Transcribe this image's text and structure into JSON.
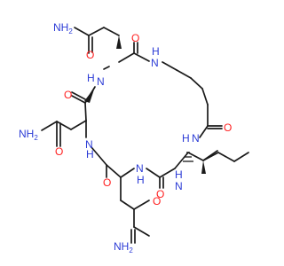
{
  "molecule": {
    "atom_labels": [
      {
        "id": "nh2-top",
        "text": "NH",
        "sub": "2",
        "color": "#2b3bd6"
      },
      {
        "id": "o-top-amide",
        "text": "O",
        "color": "#ff2020"
      },
      {
        "id": "o-ring-top",
        "text": "O",
        "color": "#ff2020"
      },
      {
        "id": "nh-ring-top-right",
        "text": "N",
        "color": "#2b3bd6"
      },
      {
        "id": "nh-ring-top-left",
        "text": "N",
        "color": "#2b3bd6"
      },
      {
        "id": "o-ring-left-top",
        "text": "O",
        "color": "#ff2020"
      },
      {
        "id": "nh2-left",
        "text": "NH",
        "sub": "2",
        "color": "#2b3bd6"
      },
      {
        "id": "o-left-amide",
        "text": "O",
        "color": "#ff2020"
      },
      {
        "id": "nh-ring-left",
        "text": "N",
        "color": "#2b3bd6"
      },
      {
        "id": "o-ring-right",
        "text": "O",
        "color": "#ff2020"
      },
      {
        "id": "nh-ring-right",
        "text": "N",
        "color": "#2b3bd6"
      },
      {
        "id": "o-ring-bottom-left",
        "text": "O",
        "color": "#ff2020"
      },
      {
        "id": "nh-ring-bottom",
        "text": "N",
        "color": "#2b3bd6"
      },
      {
        "id": "o-ring-bottom-right",
        "text": "O",
        "color": "#ff2020"
      },
      {
        "id": "nh-ring-bottom-right",
        "text": "N",
        "color": "#2b3bd6"
      },
      {
        "id": "o-bottom-amide",
        "text": "O",
        "color": "#ff2020"
      },
      {
        "id": "nh2-bottom",
        "text": "NH",
        "sub": "2",
        "color": "#2b3bd6"
      }
    ]
  }
}
